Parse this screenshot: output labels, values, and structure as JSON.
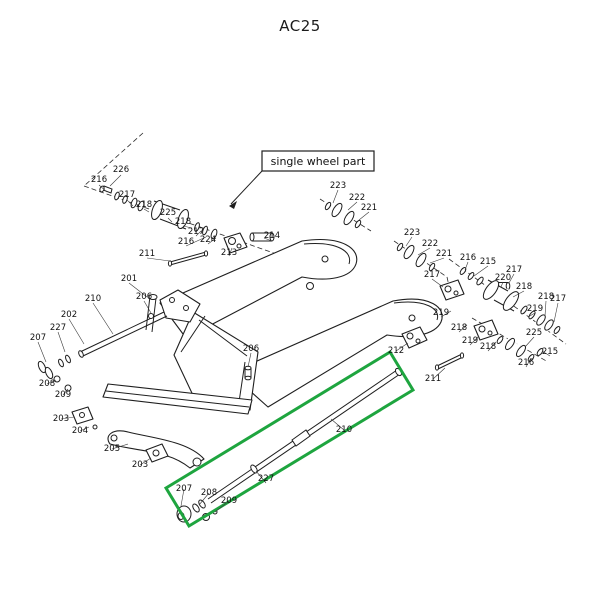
{
  "title": "AC25",
  "callout": {
    "label": "single wheel part"
  },
  "highlight": {
    "color": "#1ea53f"
  },
  "labels": {
    "upper_left": [
      "216",
      "226",
      "217",
      "218",
      "225",
      "218",
      "217",
      "216",
      "224",
      "213",
      "214"
    ],
    "left": [
      "211",
      "201",
      "206",
      "210",
      "202",
      "227",
      "207",
      "208",
      "209",
      "203",
      "204",
      "205",
      "203"
    ],
    "center": [
      "206",
      "212",
      "211"
    ],
    "green": [
      "210",
      "207",
      "208",
      "227",
      "209"
    ],
    "upper_right": [
      "223",
      "222",
      "221"
    ],
    "right": [
      "223",
      "222",
      "221",
      "216",
      "215",
      "217",
      "220",
      "217",
      "218",
      "218",
      "217",
      "219",
      "225",
      "219",
      "218",
      "216",
      "215",
      "218",
      "219"
    ]
  }
}
